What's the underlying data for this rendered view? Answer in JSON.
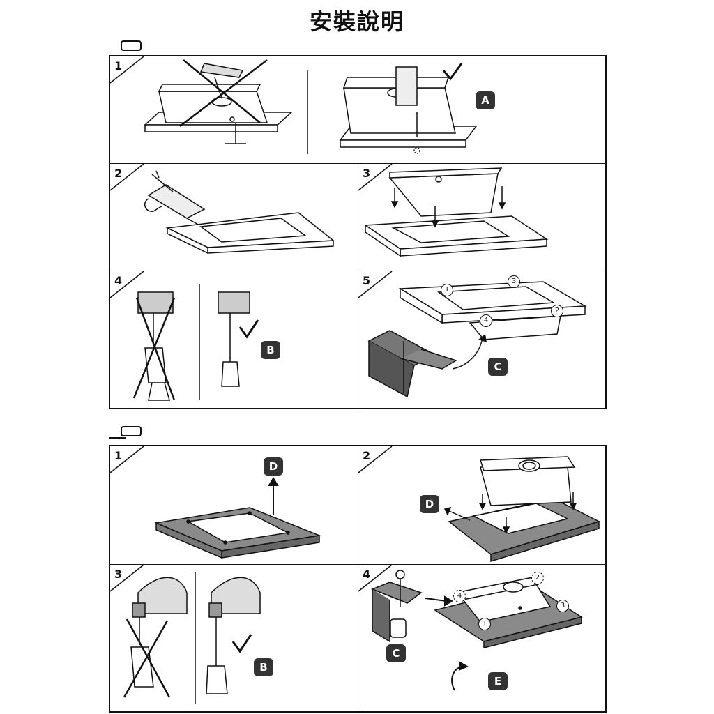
{
  "page": {
    "title": "安裝說明"
  },
  "sections": [
    {
      "mount": "top-mount-icon",
      "steps": [
        {
          "number": "1"
        },
        {
          "number": "2"
        },
        {
          "number": "3"
        },
        {
          "number": "4"
        },
        {
          "number": "5"
        }
      ]
    },
    {
      "mount": "under-mount-icon",
      "steps": [
        {
          "number": "1"
        },
        {
          "number": "2"
        },
        {
          "number": "3"
        },
        {
          "number": "4"
        }
      ]
    }
  ],
  "badges": {
    "a": "A",
    "b": "B",
    "c": "C",
    "d": "D",
    "e": "E"
  },
  "position_markers": [
    "1",
    "2",
    "3",
    "4"
  ],
  "colors": {
    "ink": "#111111",
    "badge_fill": "#333333",
    "countertop_gray": "#8a8a8a"
  }
}
